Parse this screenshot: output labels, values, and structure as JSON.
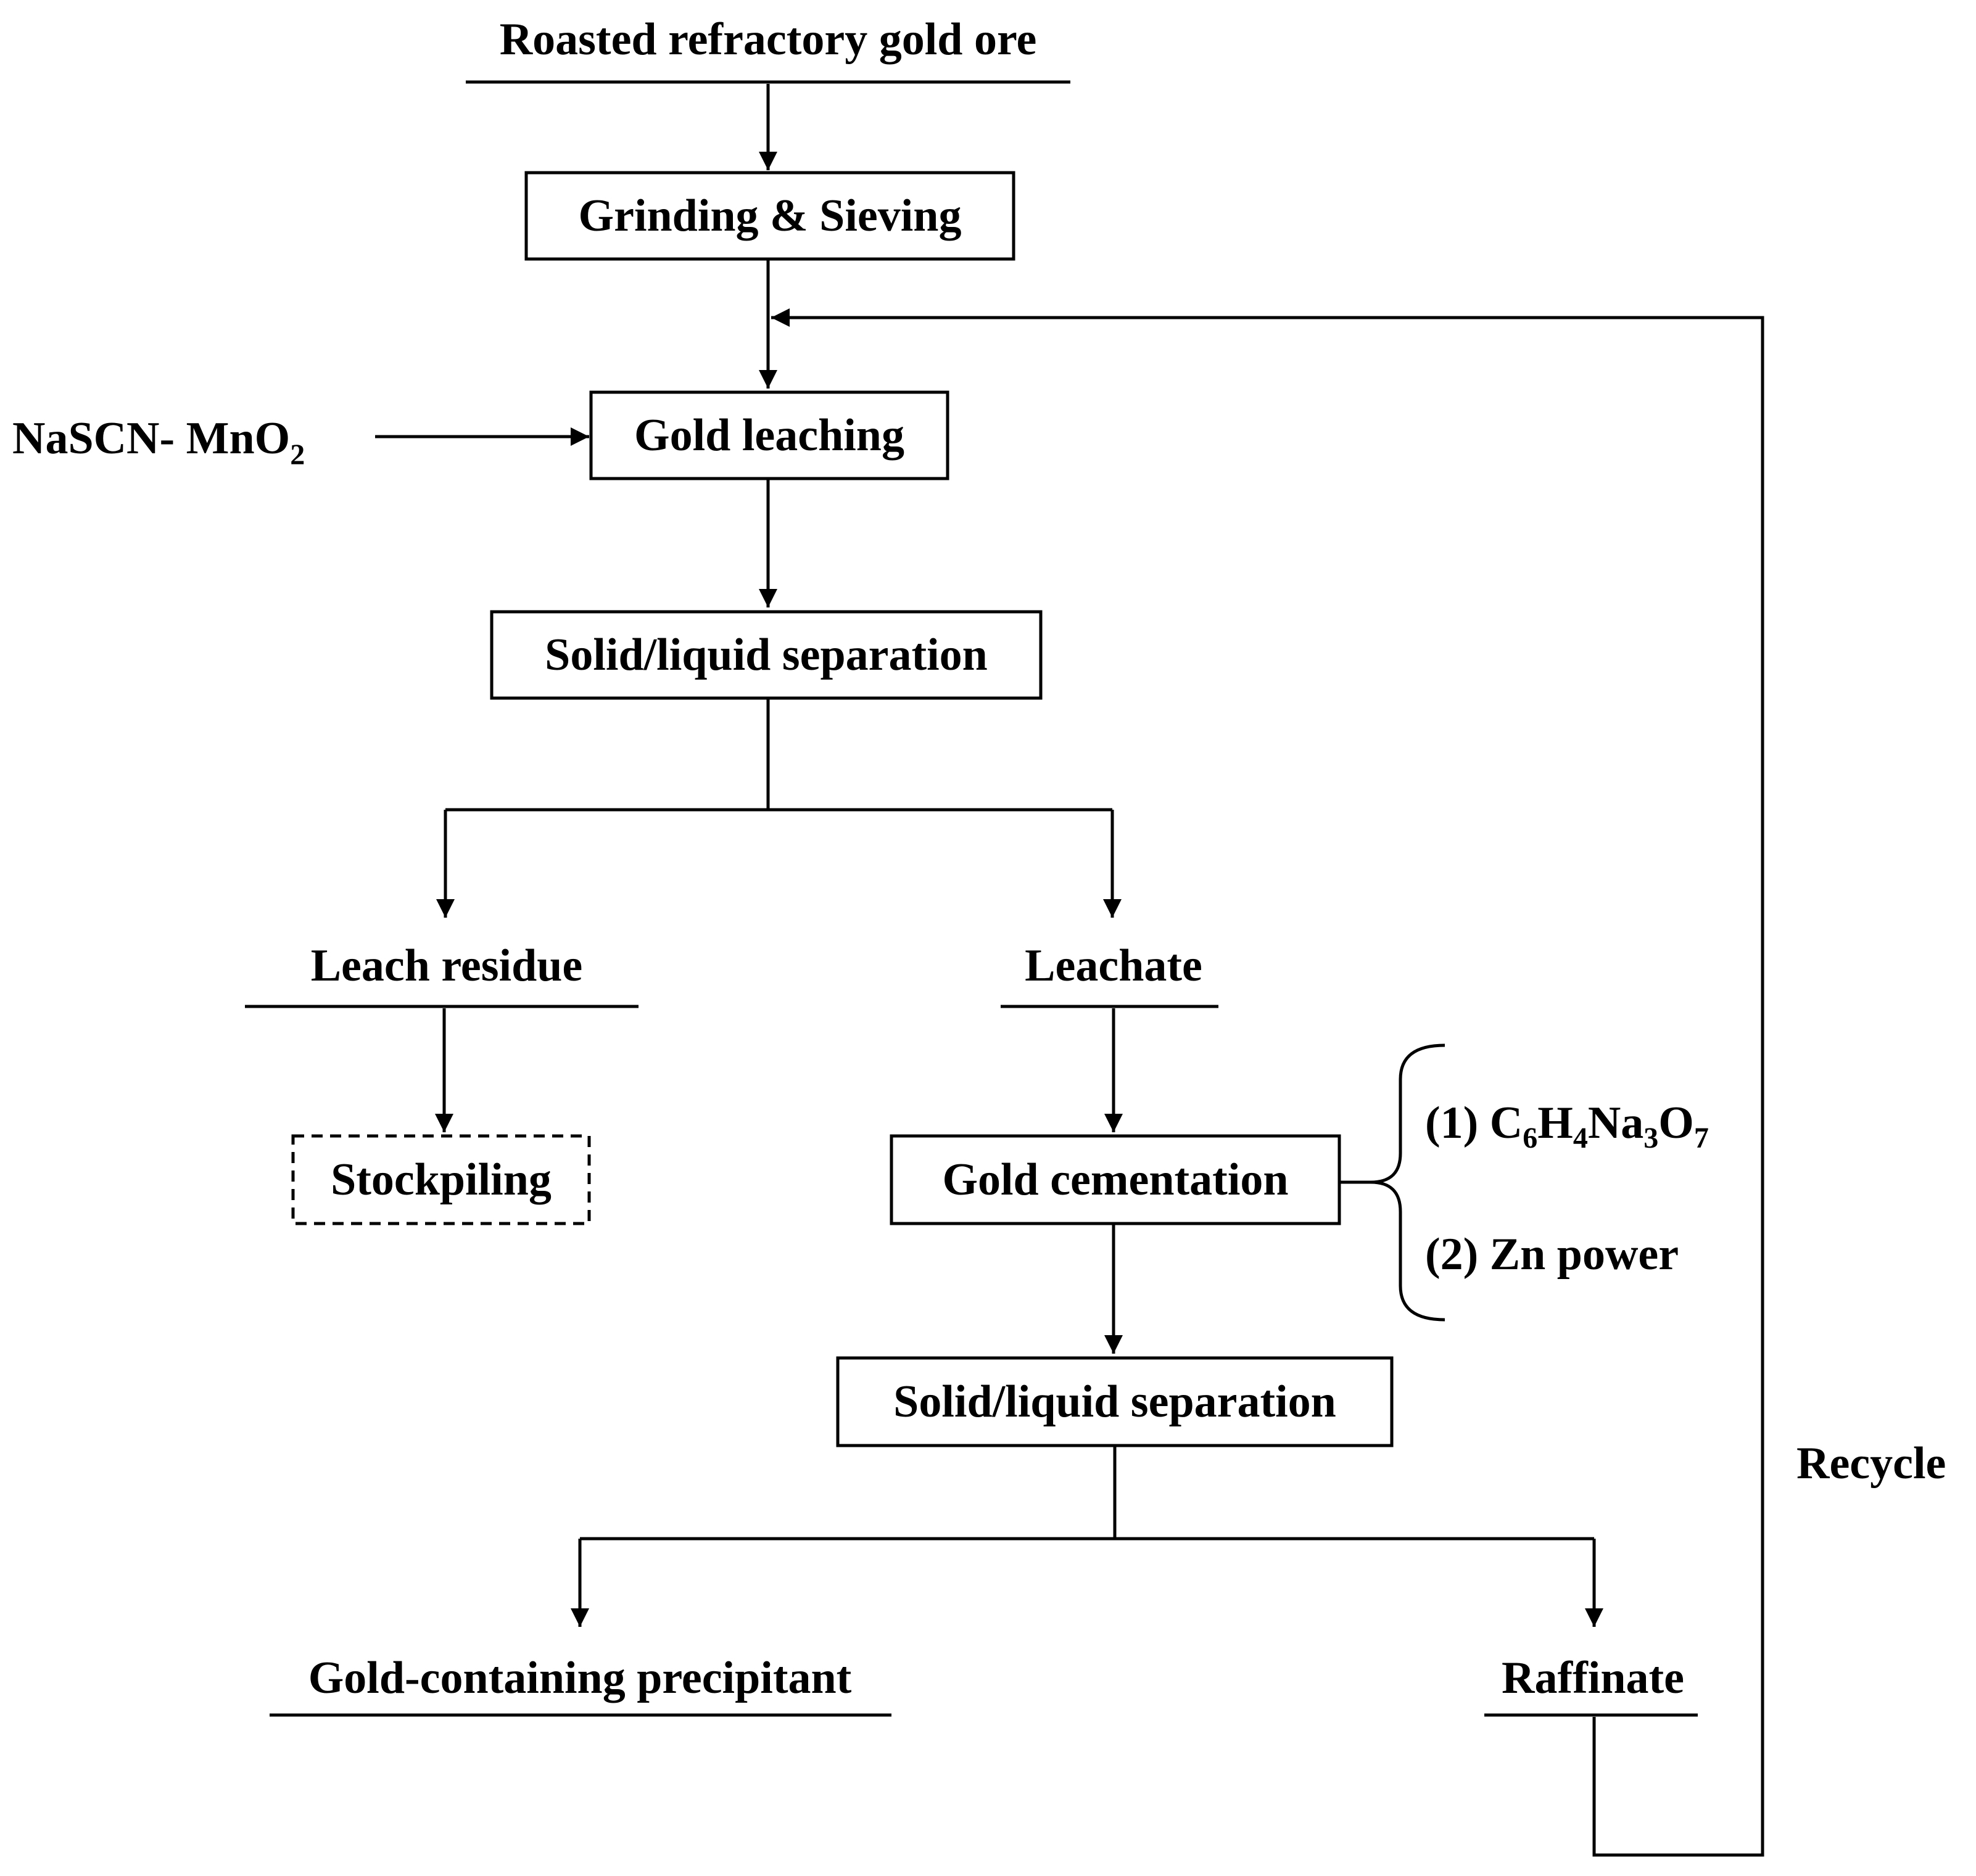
{
  "flowsheet": {
    "feed": "Roasted refractory gold ore",
    "grinding": "Grinding & Sieving",
    "reagent": {
      "prefix": "NaSCN- MnO",
      "sub": "2"
    },
    "leaching": "Gold leaching",
    "separation_1": "Solid/liquid separation",
    "residue": "Leach residue",
    "stockpiling": "Stockpiling",
    "leachate": "Leachate",
    "cementation": "Gold cementation",
    "additive_1": {
      "num": "(1) ",
      "formula": [
        {
          "t": "C",
          "s": "6"
        },
        {
          "t": "H",
          "s": "4"
        },
        {
          "t": "Na",
          "s": "3"
        },
        {
          "t": "O",
          "s": "7"
        }
      ]
    },
    "additive_2": "(2) Zn power",
    "separation_2": "Solid/liquid separation",
    "precipitant": "Gold-containing precipitant",
    "raffinate": "Raffinate",
    "recycle": "Recycle"
  },
  "colors": {
    "ink": "#000000",
    "background": "#ffffff"
  }
}
